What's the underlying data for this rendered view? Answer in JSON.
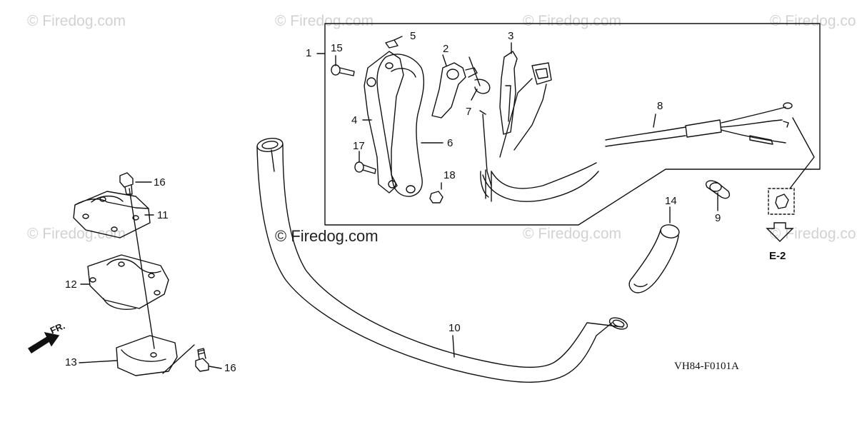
{
  "watermarks": {
    "text": "© Firedog.com",
    "main_text": "© Firedog.com"
  },
  "callouts": [
    {
      "id": "c1",
      "label": "1"
    },
    {
      "id": "c2",
      "label": "2"
    },
    {
      "id": "c3",
      "label": "3"
    },
    {
      "id": "c4",
      "label": "4"
    },
    {
      "id": "c5",
      "label": "5"
    },
    {
      "id": "c6",
      "label": "6"
    },
    {
      "id": "c7",
      "label": "7"
    },
    {
      "id": "c8",
      "label": "8"
    },
    {
      "id": "c9",
      "label": "9"
    },
    {
      "id": "c10",
      "label": "10"
    },
    {
      "id": "c11",
      "label": "11"
    },
    {
      "id": "c12",
      "label": "12"
    },
    {
      "id": "c13",
      "label": "13"
    },
    {
      "id": "c14",
      "label": "14"
    },
    {
      "id": "c15",
      "label": "15"
    },
    {
      "id": "c16a",
      "label": "16"
    },
    {
      "id": "c16b",
      "label": "16"
    },
    {
      "id": "c17",
      "label": "17"
    },
    {
      "id": "c18",
      "label": "18"
    }
  ],
  "section_ref": "E-2",
  "direction_label": "FR.",
  "diagram_code": "VH84-F0101A",
  "colors": {
    "line": "#111111",
    "watermark": "#d2d2d2",
    "fill": "#ffffff"
  }
}
